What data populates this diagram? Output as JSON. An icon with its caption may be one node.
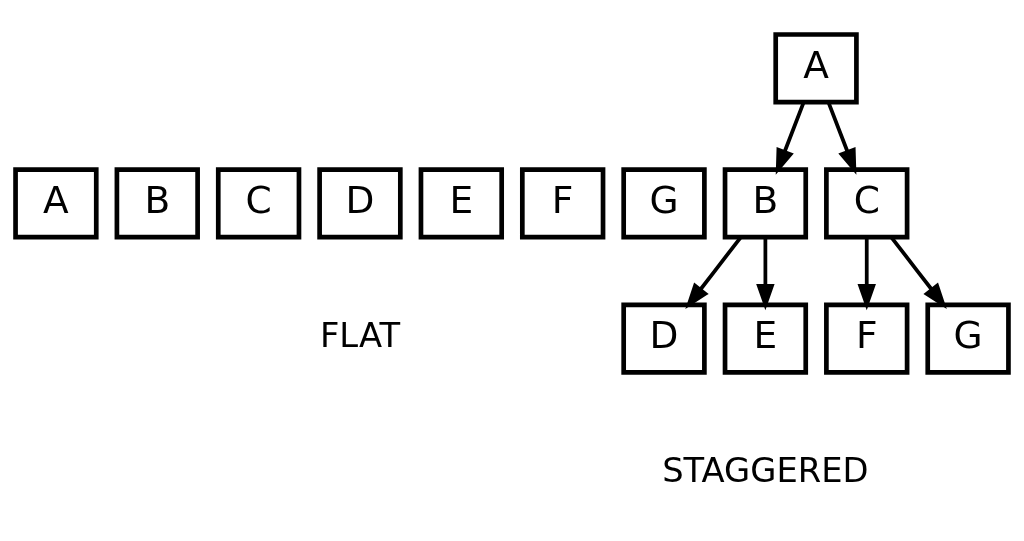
{
  "diagram": {
    "nodes": [
      {
        "text": [
          "A"
        ]
      },
      {
        "text": [
          "B"
        ]
      },
      {
        "text": [
          "C"
        ]
      },
      {
        "text": [
          "D"
        ]
      },
      {
        "text": [
          "E"
        ]
      },
      {
        "text": [
          "F"
        ]
      },
      {
        "text": [
          "G"
        ]
      },
      {
        "text": [
          "A"
        ]
      },
      {
        "text": [
          "B"
        ]
      },
      {
        "text": [
          "C"
        ]
      },
      {
        "text": [
          "D"
        ]
      },
      {
        "text": [
          "E"
        ]
      },
      {
        "text": [
          "F"
        ]
      },
      {
        "text": [
          "G"
        ]
      }
    ],
    "edges": [
      {
        "from": 7,
        "to": 8,
        "arrow": "to"
      },
      {
        "from": 7,
        "to": 9,
        "arrow": "to"
      },
      {
        "from": 8,
        "to": 10,
        "arrow": "to"
      },
      {
        "from": 8,
        "to": 11,
        "arrow": "to"
      },
      {
        "from": 9,
        "to": 12,
        "arrow": "to"
      },
      {
        "from": 9,
        "to": 13,
        "arrow": "to"
      }
    ],
    "labels": [
      "FLAT",
      "STAGGERED"
    ]
  }
}
